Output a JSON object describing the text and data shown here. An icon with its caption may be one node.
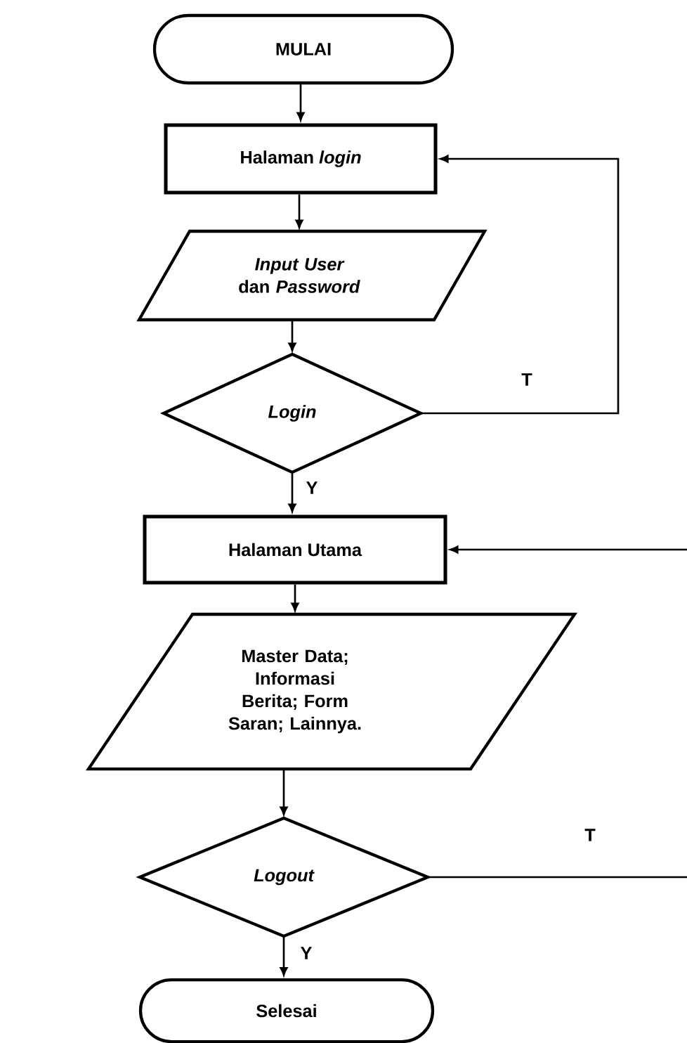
{
  "diagram": {
    "nodes": [
      {
        "text": [
          "MULAI"
        ]
      },
      {
        "text": [
          "Halaman *login*"
        ]
      },
      {
        "text": [
          "*Input User* dan *Password*"
        ]
      },
      {
        "text": [
          "Login"
        ]
      },
      {
        "text": [
          "Halaman Utama"
        ]
      },
      {
        "text": [
          "Master Data; Informasi Berita; Form Saran; Lainnya."
        ]
      },
      {
        "text": [
          "Logout"
        ]
      },
      {
        "text": [
          "Selesai"
        ]
      }
    ],
    "edges": [
      {
        "from": 0,
        "to": 1,
        "arrow": "to"
      },
      {
        "from": 1,
        "to": 2,
        "arrow": "to"
      },
      {
        "from": 2,
        "to": 3,
        "arrow": "to"
      },
      {
        "from": 3,
        "to": 4,
        "arrow": "to",
        "label": "Y"
      },
      {
        "from": 3,
        "to": 1,
        "arrow": "to",
        "label": "T"
      },
      {
        "from": 4,
        "to": 5,
        "arrow": "to"
      },
      {
        "from": 5,
        "to": 6,
        "arrow": "to"
      },
      {
        "from": 6,
        "to": 7,
        "arrow": "to",
        "label": "Y"
      },
      {
        "from": 6,
        "to": null,
        "arrow": "none",
        "label": "T"
      },
      {
        "from": null,
        "to": 4,
        "arrow": "to"
      }
    ]
  }
}
